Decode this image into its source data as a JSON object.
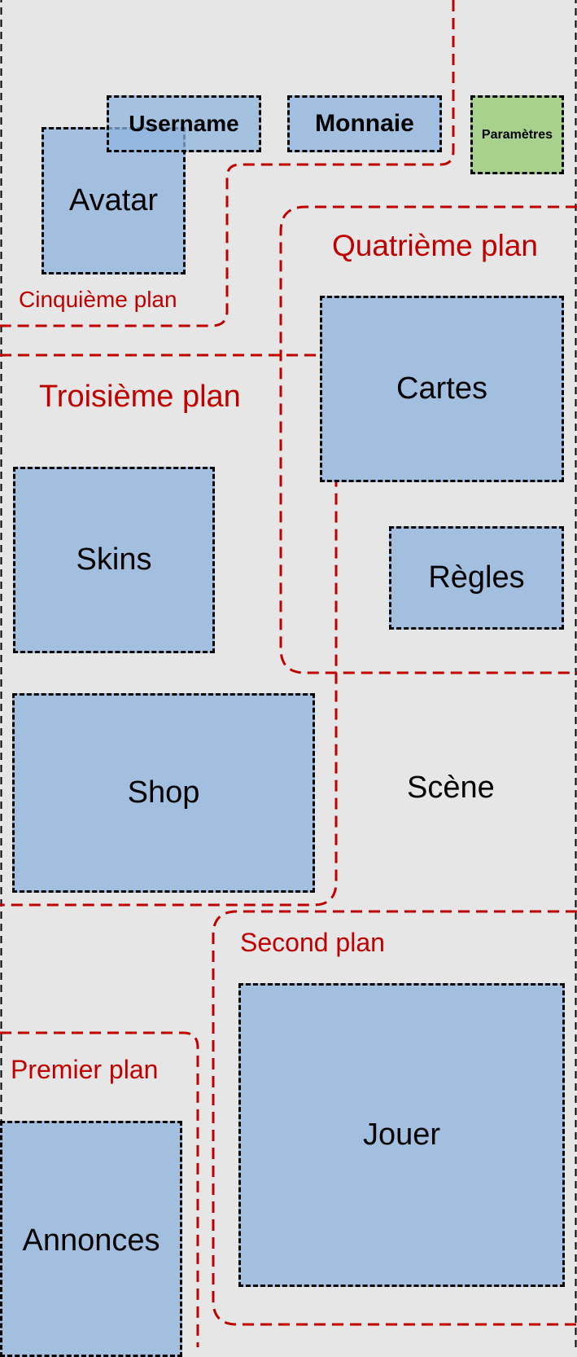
{
  "colors": {
    "background": "#e6e6e6",
    "box_fill": "#a2bfdf",
    "box_border": "#000000",
    "settings_fill": "#a9d18e",
    "zone_line": "#c00000",
    "zone_text": "#c00000"
  },
  "zones": {
    "cinquieme": "Cinquième plan",
    "quatrieme": "Quatrième plan",
    "troisieme": "Troisième plan",
    "second": "Second plan",
    "premier": "Premier plan"
  },
  "scene_label": "Scène",
  "boxes": {
    "avatar": "Avatar",
    "username": "Username",
    "monnaie": "Monnaie",
    "parametres": "Paramètres",
    "cartes": "Cartes",
    "regles": "Règles",
    "skins": "Skins",
    "shop": "Shop",
    "jouer": "Jouer",
    "annonces": "Annonces"
  }
}
